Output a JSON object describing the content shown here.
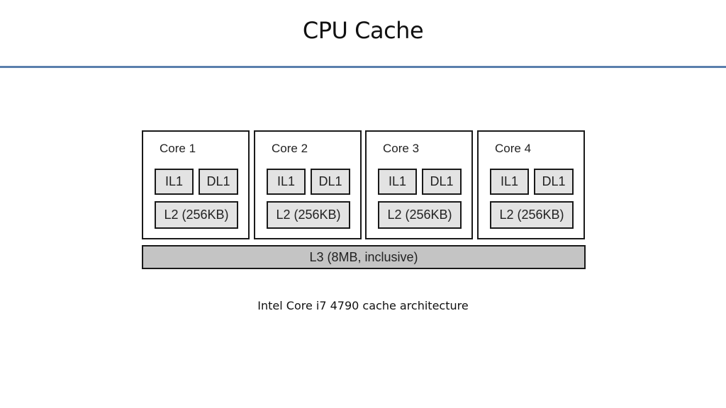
{
  "slide": {
    "title": "CPU Cache",
    "caption": "Intel Core i7 4790 cache architecture",
    "accent_color": "#5a7fad"
  },
  "diagram": {
    "cores": [
      {
        "label": "Core 1",
        "il1": "IL1",
        "dl1": "DL1",
        "l2": "L2 (256KB)"
      },
      {
        "label": "Core 2",
        "il1": "IL1",
        "dl1": "DL1",
        "l2": "L2 (256KB)"
      },
      {
        "label": "Core 3",
        "il1": "IL1",
        "dl1": "DL1",
        "l2": "L2 (256KB)"
      },
      {
        "label": "Core 4",
        "il1": "IL1",
        "dl1": "DL1",
        "l2": "L2 (256KB)"
      }
    ],
    "l3": "L3 (8MB, inclusive)"
  }
}
